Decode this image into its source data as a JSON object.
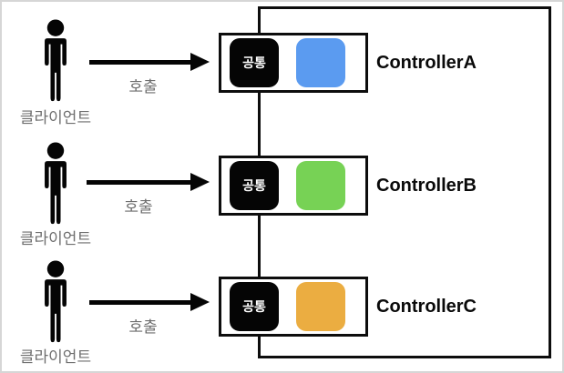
{
  "diagram": {
    "clients": [
      {
        "label": "클라이언트",
        "call_label": "호출"
      },
      {
        "label": "클라이언트",
        "call_label": "호출"
      },
      {
        "label": "클라이언트",
        "call_label": "호출"
      }
    ],
    "controllers": [
      {
        "name": "ControllerA",
        "common_label": "공통",
        "color": "#5B9BF0"
      },
      {
        "name": "ControllerB",
        "common_label": "공통",
        "color": "#77D255"
      },
      {
        "name": "ControllerC",
        "common_label": "공통",
        "color": "#EBAD41"
      }
    ],
    "colors": {
      "border": "#0d0d0d",
      "arrow": "#050505",
      "muted_text": "#6e6e6e",
      "chip_bg": "#050505",
      "chip_text": "#ffffff"
    }
  }
}
